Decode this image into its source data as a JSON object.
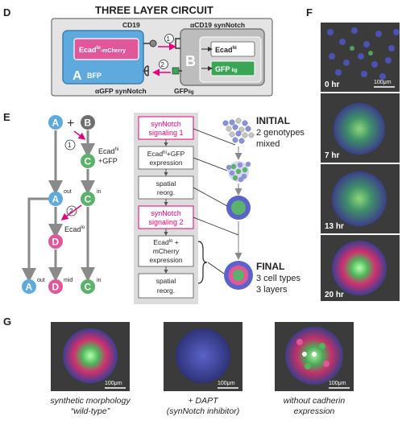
{
  "panelD": {
    "label": "D",
    "title": "THREE LAYER CIRCUIT",
    "cd19": "CD19",
    "synnotch_cd19": "αCD19 synNotch",
    "step1": "①",
    "step2": "②",
    "ecad_mcherry": "Ecad",
    "ecad_lo_sup": "lo",
    "mcherry_sub": "-mCherry",
    "cellA": "A",
    "bfp": "BFP",
    "cellB": "B",
    "ecad_hi": "Ecad",
    "ecad_hi_sup": "hi",
    "gfp_lig": "GFP",
    "gfp_lig_sub": "lig",
    "gfp_synnotch": "αGFP synNotch",
    "gfplig_label": "GFP",
    "gfplig_label_sub": "lig"
  },
  "panelE": {
    "label": "E",
    "A": "A",
    "plus": "+",
    "B": "B",
    "step1": "①",
    "C": "C",
    "ecad_hi": "Ecad",
    "ecad_hi_sup": "hi",
    "gfp": "+GFP",
    "A_out": "A",
    "out": "out",
    "C_in": "C",
    "in": "in",
    "step2": "②",
    "ecad_lo": "Ecad",
    "ecad_lo_sup": "lo",
    "D": "D",
    "final_A": "A",
    "final_A_sup": "out",
    "final_D": "D",
    "final_D_sup": "mid",
    "final_C": "C",
    "final_C_sup": "in",
    "flow": {
      "box1a": "synNotch",
      "box1b": "signaling 1",
      "box2a": "Ecad",
      "box2a_sup": "hi",
      "box2a_rest": "+GFP",
      "box2b": "expression",
      "box3a": "spatial",
      "box3b": "reorg.",
      "box4a": "synNotch",
      "box4b": "signaling 2",
      "box5a": "Ecad",
      "box5a_sup": "lo",
      "box5a_rest": " +",
      "box5b": "mCherry",
      "box5c": "expression",
      "box6a": "spatial",
      "box6b": "reorg."
    },
    "initial_title": "INITIAL",
    "initial_l1": "2 genotypes",
    "initial_l2": "mixed",
    "final_title": "FINAL",
    "final_l1": "3 cell types",
    "final_l2": "3 layers"
  },
  "panelF": {
    "label": "F",
    "times": [
      "0 hr",
      "7 hr",
      "13 hr",
      "20 hr"
    ],
    "scale": "100μm"
  },
  "panelG": {
    "label": "G",
    "scale1": "100μm",
    "scale2": "100μm",
    "scale3": "100μm",
    "cap1a": "synthetic morphology",
    "cap1b": "“wild-type”",
    "cap2a": "+ DAPT",
    "cap2b": "(synNotch inhibitor)",
    "cap3a": "without cadherin",
    "cap3b": "expression"
  },
  "colors": {
    "blue": "#5ea9dd",
    "gray": "#8a8a8a",
    "green": "#5bb36b",
    "pink": "#e0579a",
    "magenta": "#e6007e",
    "panel_bg": "#dcdcdc",
    "micro_bg": "#3b3b3b"
  }
}
